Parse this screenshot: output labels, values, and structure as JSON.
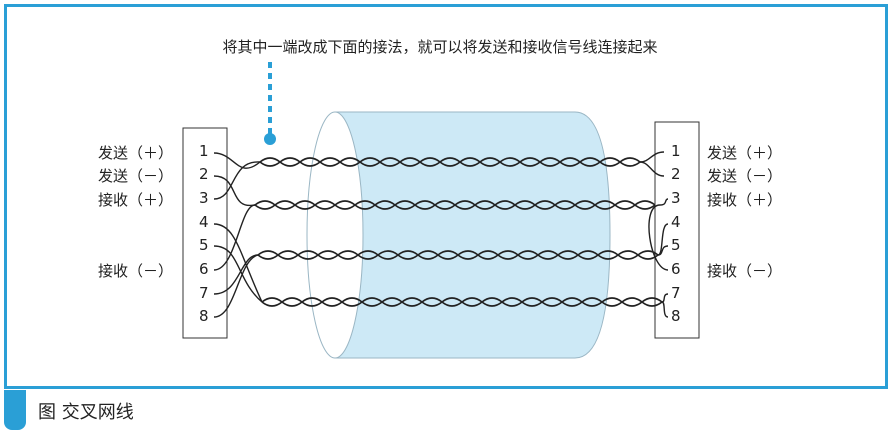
{
  "annotation": "将其中一端改成下面的接法，就可以将发送和接收信号线连接起来",
  "caption": "图 交叉网线",
  "left_labels": {
    "pin1": "发送（＋）",
    "pin2": "发送（－）",
    "pin3": "接收（＋）",
    "pin6": "接收（－）"
  },
  "right_labels": {
    "pin1": "发送（＋）",
    "pin2": "发送（－）",
    "pin3": "接收（＋）",
    "pin6": "接收（－）"
  },
  "pins": [
    "1",
    "2",
    "3",
    "4",
    "5",
    "6",
    "7",
    "8"
  ],
  "colors": {
    "accent": "#2a9fd6",
    "cable_fill": "#cde9f6",
    "wire": "#222222"
  }
}
